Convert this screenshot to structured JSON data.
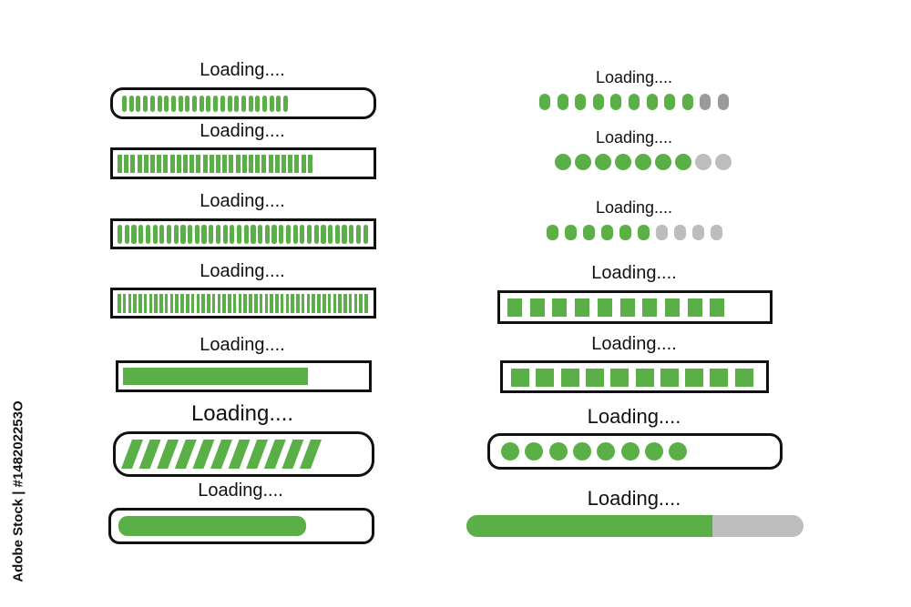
{
  "label": "Loading....",
  "stock_id": "Adobe Stock | #148202253O",
  "colors": {
    "green": "#5ab046",
    "gray": "#9a9a9a",
    "light_gray": "#bdbdbd",
    "outline": "#111111"
  },
  "left_bars": [
    {
      "style": "rounded-thin-segments",
      "filled": 24,
      "total": 24,
      "progress": 0.65
    },
    {
      "style": "square-thin-segments",
      "filled": 30,
      "total": 30,
      "progress": 0.75
    },
    {
      "style": "square-thin-segments-full",
      "filled": 36,
      "total": 36,
      "progress": 1.0
    },
    {
      "style": "square-dense-segments-full",
      "filled": 48,
      "total": 48,
      "progress": 1.0
    },
    {
      "style": "solid",
      "progress": 0.75
    },
    {
      "style": "diagonal-stripes",
      "progress": 0.76
    },
    {
      "style": "rounded-solid",
      "progress": 0.72
    }
  ],
  "right_bars": [
    {
      "style": "pill-dots",
      "filled": 9,
      "total": 11
    },
    {
      "style": "circle-dots",
      "filled": 7,
      "total": 9
    },
    {
      "style": "small-pill-dots",
      "filled": 6,
      "total": 10
    },
    {
      "style": "boxed-squares",
      "filled": 10,
      "total": 12
    },
    {
      "style": "boxed-squares-full",
      "filled": 10,
      "total": 10
    },
    {
      "style": "boxed-circles",
      "filled": 8,
      "total": 8
    },
    {
      "style": "plain-bar",
      "progress": 0.73
    }
  ]
}
